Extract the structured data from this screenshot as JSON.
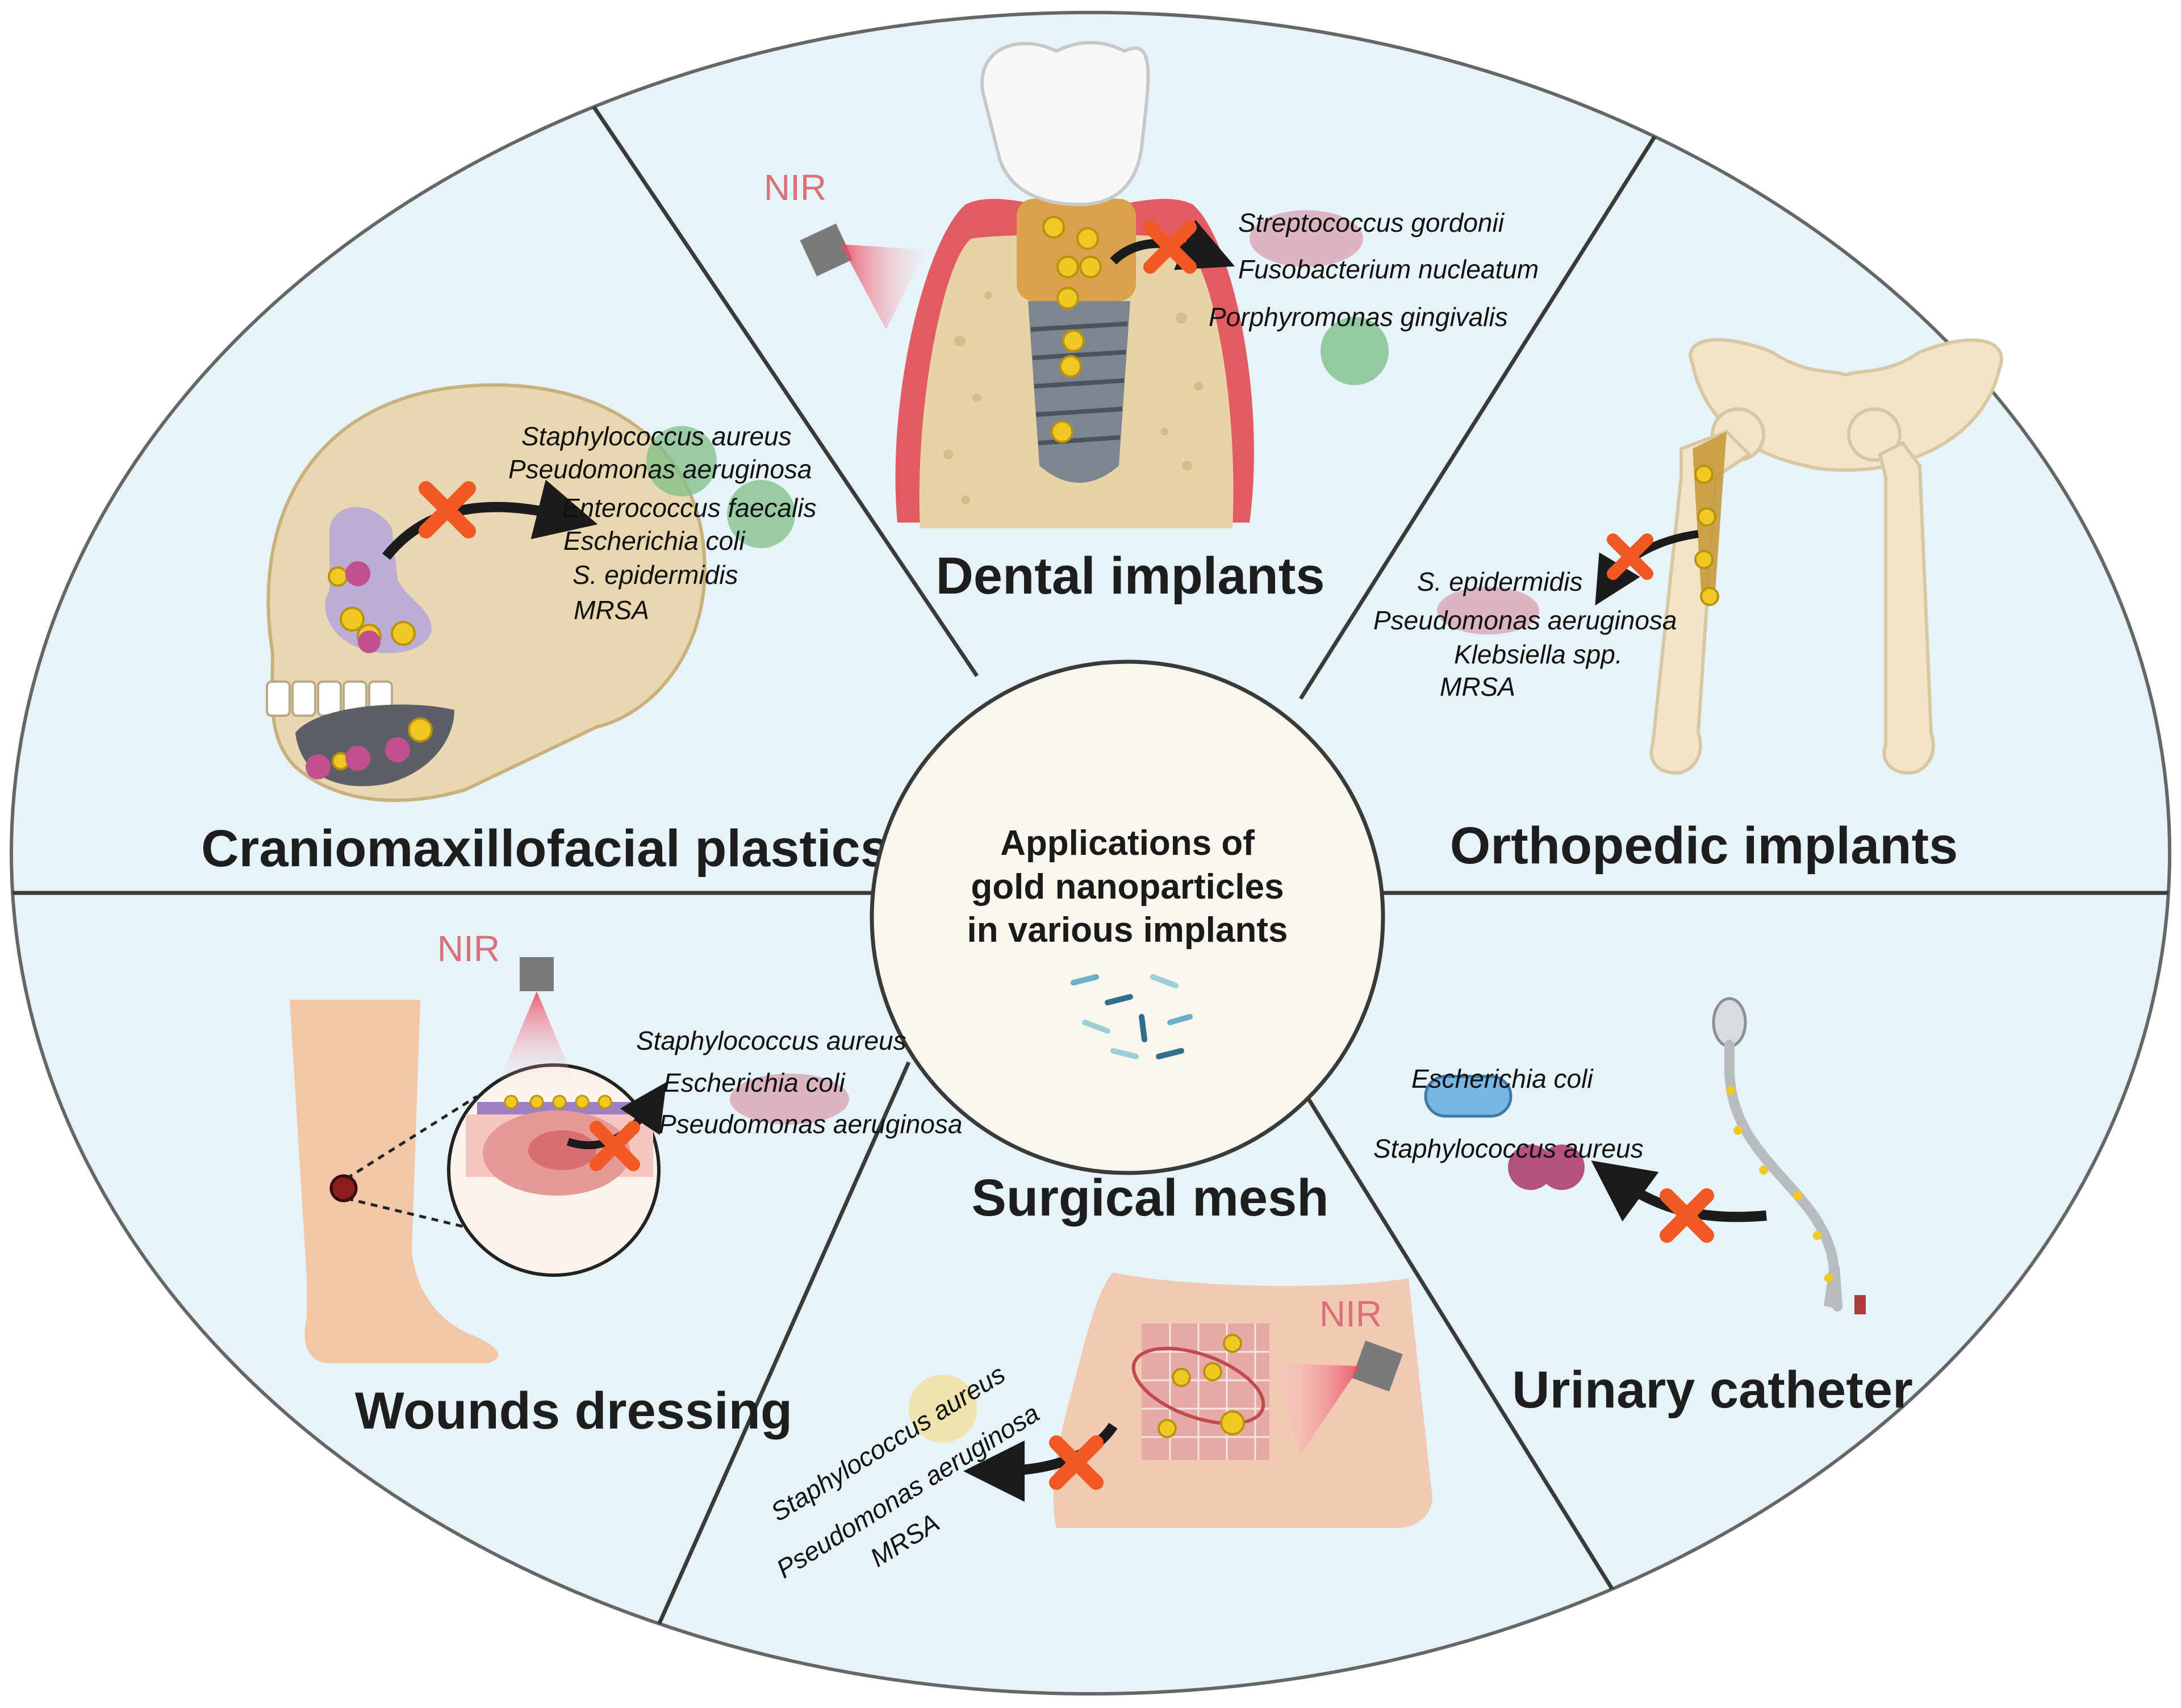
{
  "center": {
    "title_lines": [
      "Applications of",
      "gold nanoparticles",
      "in various implants"
    ]
  },
  "sections": {
    "dental": {
      "title": "Dental implants",
      "nir": "NIR",
      "bacteria": [
        "Streptococcus gordonii",
        "Fusobacterium nucleatum",
        "Porphyromonas gingivalis"
      ]
    },
    "orthopedic": {
      "title": "Orthopedic implants",
      "bacteria": [
        "S. epidermidis",
        "Pseudomonas aeruginosa",
        "Klebsiella spp.",
        "MRSA"
      ]
    },
    "cranio": {
      "title": "Craniomaxillofacial plastics",
      "bacteria": [
        "Staphylococcus aureus",
        "Pseudomonas aeruginosa",
        "Enterococcus faecalis",
        "Escherichia coli",
        "S. epidermidis",
        "MRSA"
      ]
    },
    "wounds": {
      "title": "Wounds dressing",
      "nir": "NIR",
      "bacteria": [
        "Staphylococcus aureus",
        "Escherichia coli",
        "Pseudomonas aeruginosa"
      ]
    },
    "mesh": {
      "title": "Surgical mesh",
      "nir": "NIR",
      "bacteria": [
        "Staphylococcus aureus",
        "Pseudomonas aeruginosa",
        "MRSA"
      ]
    },
    "catheter": {
      "title": "Urinary catheter",
      "bacteria": [
        "Escherichia coli",
        "Staphylococcus aureus"
      ]
    }
  },
  "colors": {
    "background": "#e6f3f8",
    "divider": "#3a3a3a",
    "center_fill": "#fbf7ef",
    "cross": "#f05a22",
    "nanoparticle": "#f2c824",
    "nir_text": "#d9707a"
  }
}
